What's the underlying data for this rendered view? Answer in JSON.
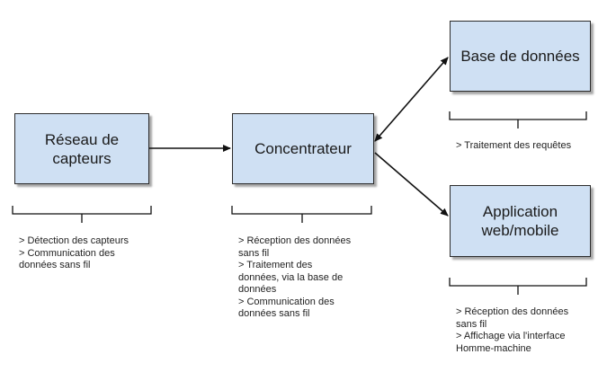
{
  "colors": {
    "node_fill": "#cfe0f3",
    "node_border": "#2b2b2b",
    "line": "#111111",
    "text": "#222222"
  },
  "nodes": {
    "sensors": {
      "label": "Réseau de\ncapteurs"
    },
    "hub": {
      "label": "Concentrateur"
    },
    "database": {
      "label": "Base de données"
    },
    "app": {
      "label": "Application\nweb/mobile"
    }
  },
  "notes": {
    "sensors": [
      "> Détection des capteurs",
      "> Communication des\ndonnées sans fil"
    ],
    "hub": [
      "> Réception des données\nsans fil",
      "> Traitement des\ndonnées, via la base de\ndonnées",
      "> Communication des\ndonnées sans fil"
    ],
    "database": [
      "> Traitement des requêtes"
    ],
    "app": [
      "> Réception des données\nsans fil",
      "> Affichage via l'interface\nHomme-machine"
    ]
  }
}
